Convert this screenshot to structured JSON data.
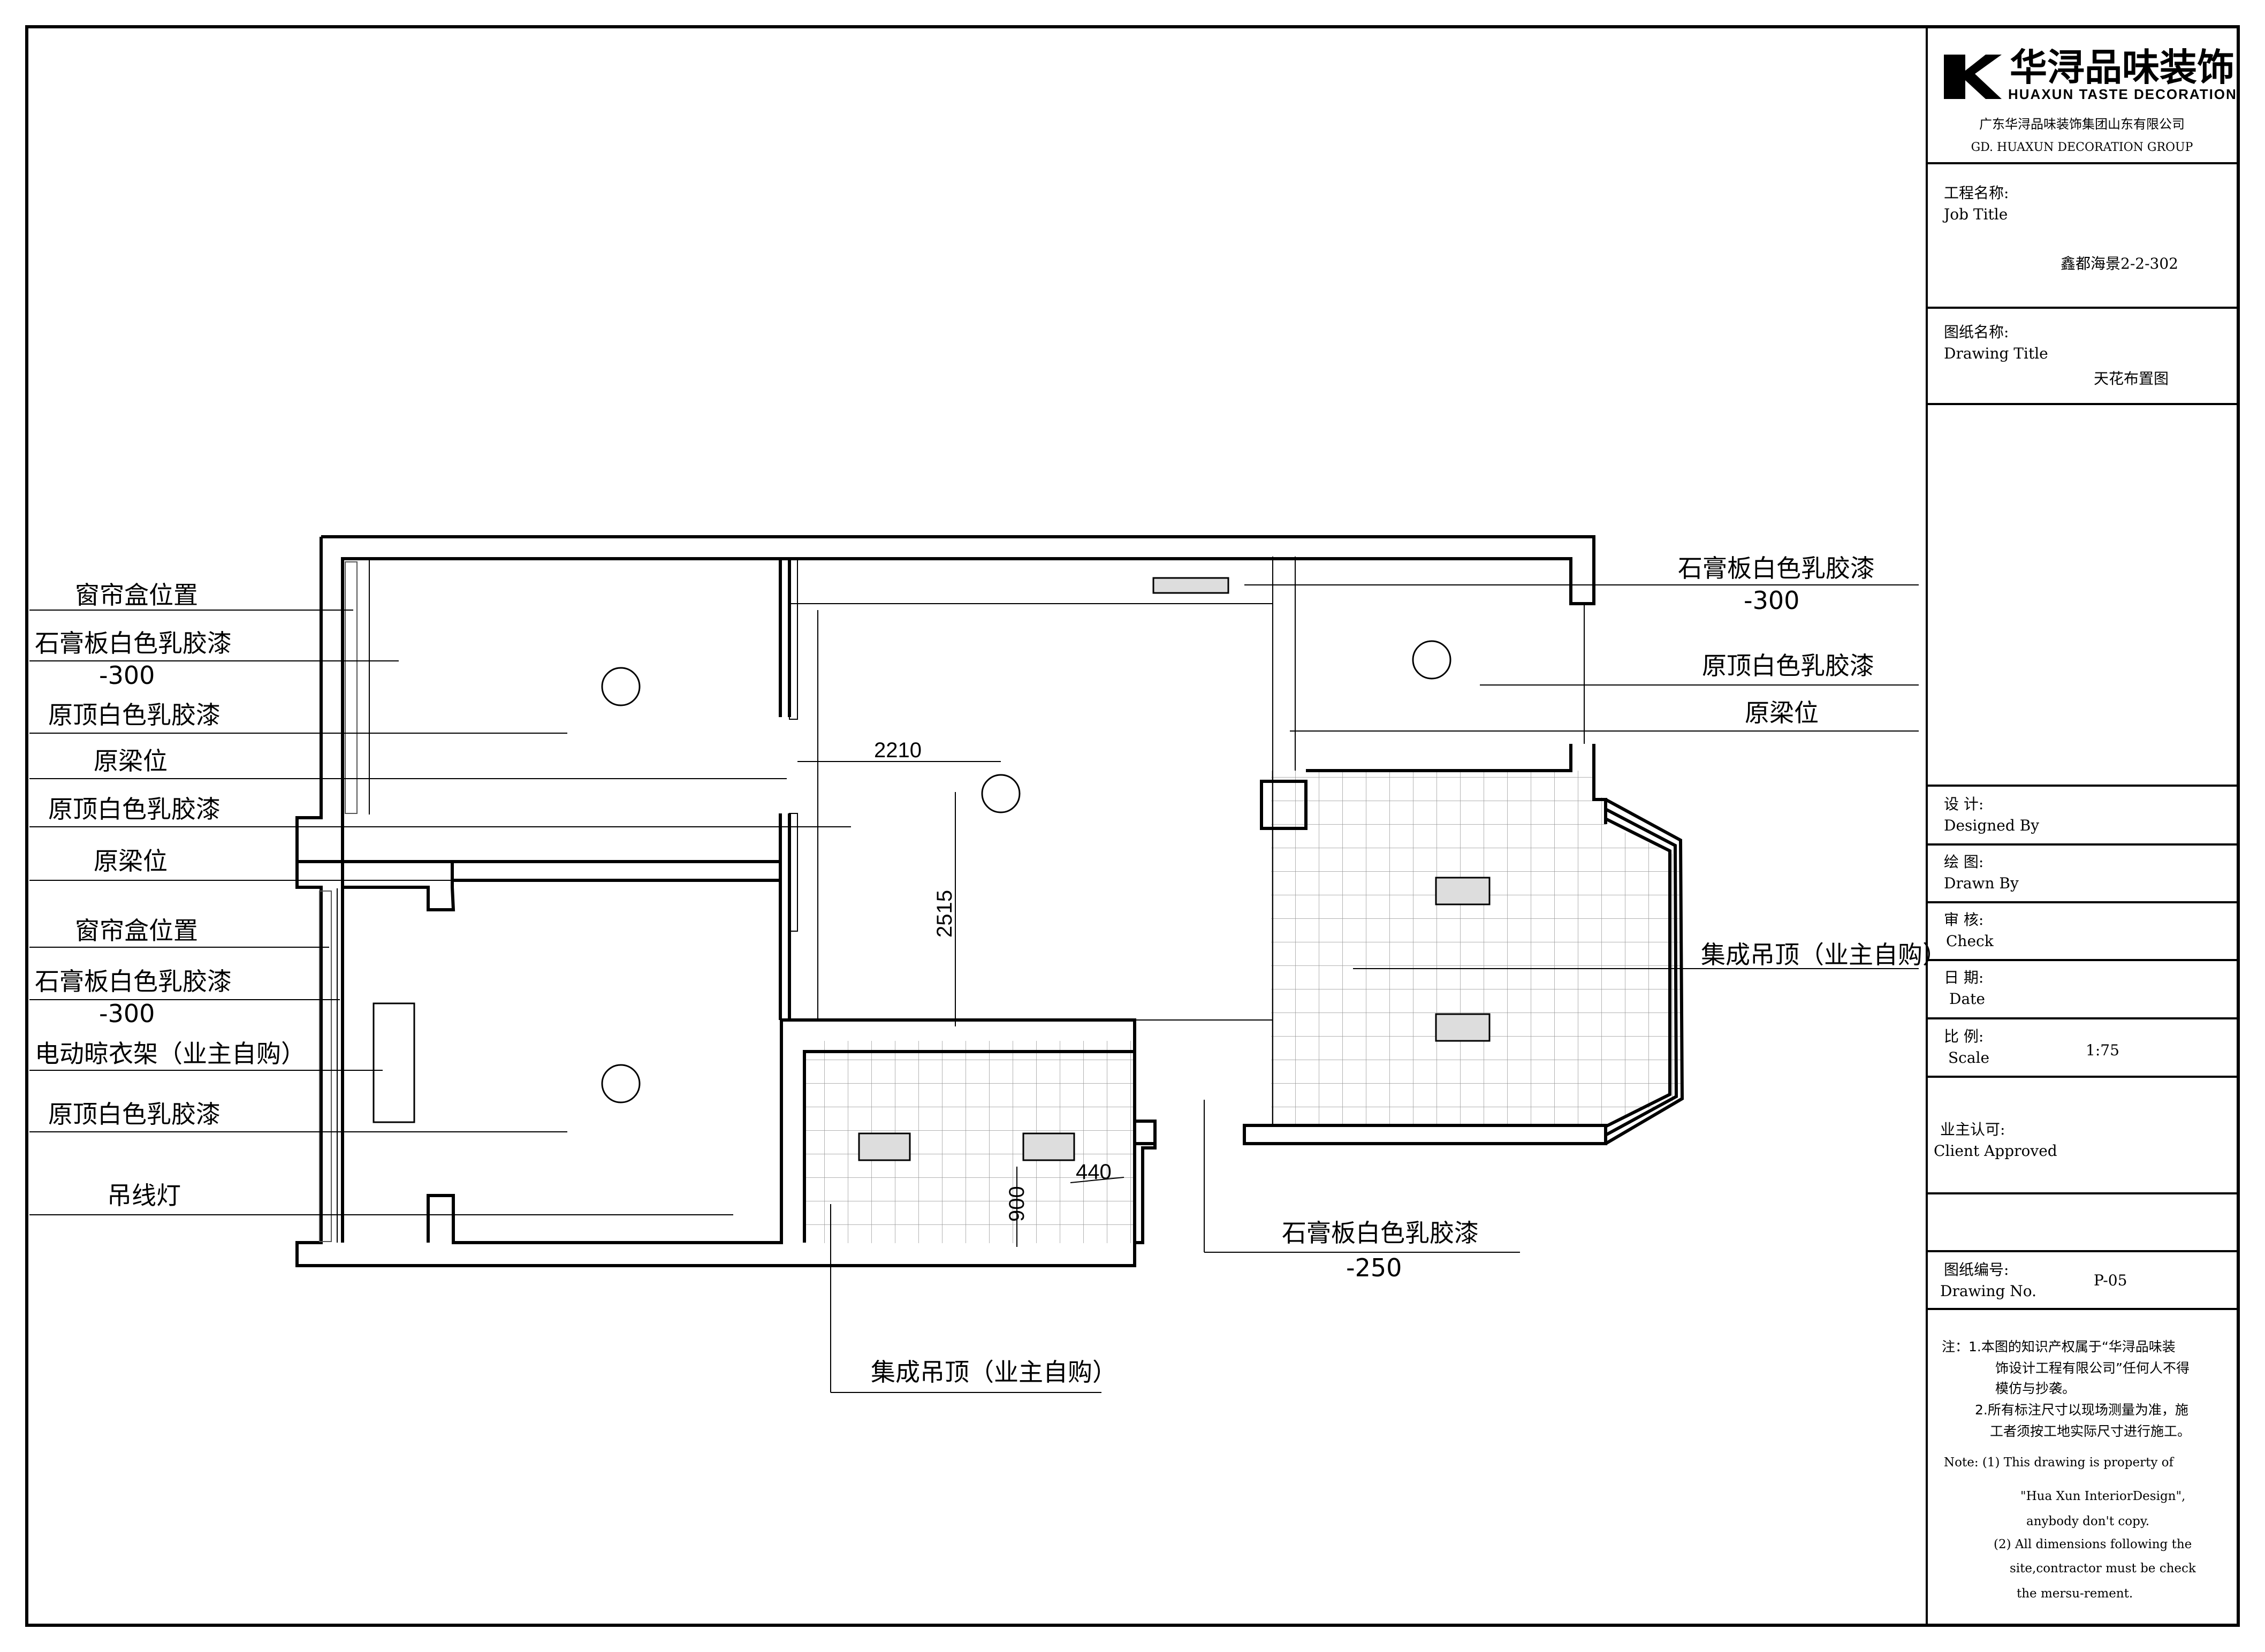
{
  "logo": {
    "brand_cn": "华浔品味装饰",
    "brand_en": "HUAXUN TASTE DECORATION"
  },
  "company": {
    "name_cn": "广东华浔品味装饰集团山东有限公司",
    "name_en": "GD. HUAXUN  DECORATION  GROUP"
  },
  "title_block": {
    "job_label_cn": "工程名称:",
    "job_label_en": "Job Title",
    "job_value": "鑫都海景2-2-302",
    "drawing_label_cn": "图纸名称:",
    "drawing_label_en": "Drawing Title",
    "drawing_value": "天花布置图",
    "designed_cn": "设  计:",
    "designed_en": "Designed By",
    "drawn_cn": "绘  图:",
    "drawn_en": "Drawn By",
    "check_cn": "审  核:",
    "check_en": "Check",
    "date_cn": "日  期:",
    "date_en": "Date",
    "scale_cn": "比  例:",
    "scale_en": "Scale",
    "scale_value": "1:75",
    "client_cn": "业主认可:",
    "client_en": "Client Approved",
    "number_cn": "图纸编号:",
    "number_en": "Drawing No.",
    "number_value": "P-05"
  },
  "notes": {
    "cn": [
      "注：1.本图的知识产权属于“华浔品味装",
      "饰设计工程有限公司”任何人不得",
      "模仿与抄袭。",
      "2.所有标注尺寸以现场测量为准，施",
      "工者须按工地实际尺寸进行施工。"
    ],
    "en": [
      "Note:  (1) This drawing is property of",
      "\"Hua Xun InteriorDesign\",",
      "anybody don't copy.",
      "(2) All dimensions following the",
      "site,contractor must be check",
      "the mersu-rement."
    ]
  },
  "labels_left": [
    {
      "text": "窗帘盒位置"
    },
    {
      "text": "石膏板白色乳胶漆",
      "sub": "-300"
    },
    {
      "text": "原顶白色乳胶漆"
    },
    {
      "text": "原梁位"
    },
    {
      "text": "原顶白色乳胶漆"
    },
    {
      "text": "原梁位"
    },
    {
      "text": "窗帘盒位置"
    },
    {
      "text": "石膏板白色乳胶漆",
      "sub": "-300"
    },
    {
      "text": "电动晾衣架（业主自购）"
    },
    {
      "text": "原顶白色乳胶漆"
    },
    {
      "text": "吊线灯"
    }
  ],
  "labels_right": [
    {
      "text": "石膏板白色乳胶漆",
      "sub": "-300"
    },
    {
      "text": "原顶白色乳胶漆"
    },
    {
      "text": "原梁位"
    },
    {
      "text": "集成吊顶（业主自购）"
    }
  ],
  "labels_bottom": [
    {
      "text": "石膏板白色乳胶漆",
      "sub": "-250"
    },
    {
      "text": "集成吊顶（业主自购）"
    }
  ],
  "dimensions": {
    "d1": "2210",
    "d2": "2515",
    "d3": "440",
    "d4": "900"
  }
}
